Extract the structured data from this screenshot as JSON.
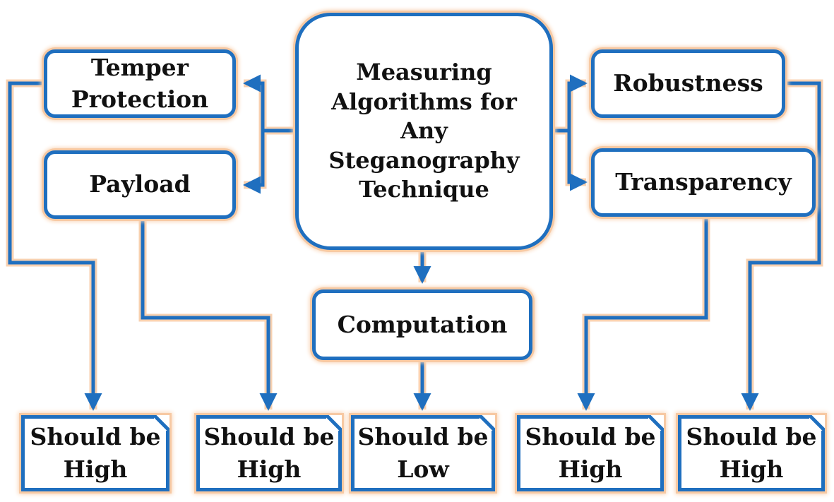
{
  "diagram": {
    "center": {
      "lines": [
        "Measuring",
        "Algorithms for",
        "Any",
        "Steganography",
        "Technique"
      ]
    },
    "criteria": {
      "temper_protection": {
        "lines": [
          "Temper",
          "Protection"
        ]
      },
      "payload": {
        "lines": [
          "Payload"
        ]
      },
      "robustness": {
        "lines": [
          "Robustness"
        ]
      },
      "transparency": {
        "lines": [
          "Transparency"
        ]
      },
      "computation": {
        "lines": [
          "Computation"
        ]
      }
    },
    "outcomes": [
      {
        "lines": [
          "Should",
          "be High"
        ]
      },
      {
        "lines": [
          "Should",
          "be High"
        ]
      },
      {
        "lines": [
          "Should",
          "be Low"
        ]
      },
      {
        "lines": [
          "Should",
          "be High"
        ]
      },
      {
        "lines": [
          "Should",
          "be High"
        ]
      }
    ],
    "colors": {
      "stroke": "#1f6fbf",
      "glow": "#f7c9a3",
      "text": "#111111"
    }
  }
}
